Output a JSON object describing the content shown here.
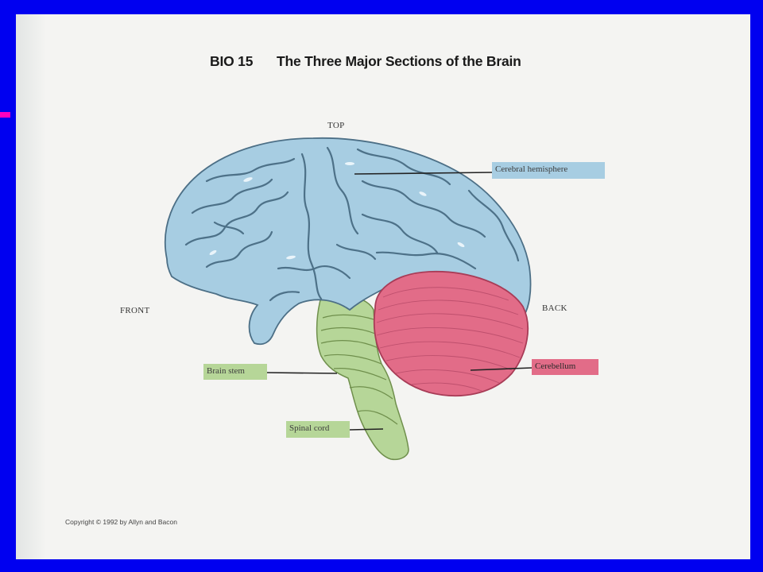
{
  "slide": {
    "title_code": "BIO 15",
    "title_text": "The Three Major Sections of the Brain"
  },
  "directions": {
    "top": "TOP",
    "front": "FRONT",
    "back": "BACK"
  },
  "labels": {
    "cerebral_hemisphere": "Cerebral hemisphere",
    "cerebellum": "Cerebellum",
    "brain_stem": "Brain stem",
    "spinal_cord": "Spinal cord"
  },
  "copyright": "Copyright © 1992 by Allyn and Bacon",
  "colors": {
    "frame": "#0000f0",
    "accent": "#ff00c0",
    "cerebrum": "#a7cde2",
    "cerebellum": "#e26c88",
    "brain_stem": "#b6d698"
  }
}
